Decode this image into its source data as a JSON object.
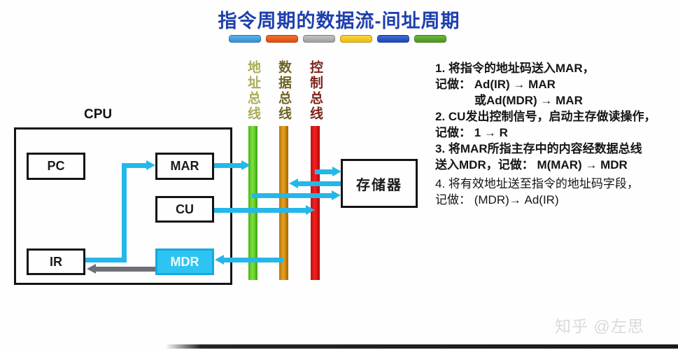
{
  "title": "指令周期的数据流-间址周期",
  "legend": {
    "colors": [
      "#3f9cdd",
      "#e65310",
      "#ababab",
      "#f2c71d",
      "#2b55c8",
      "#58a32c"
    ]
  },
  "cpu": {
    "label": "CPU",
    "registers": {
      "pc": "PC",
      "mar": "MAR",
      "cu": "CU",
      "ir": "IR",
      "mdr": "MDR"
    }
  },
  "memory": {
    "label": "存储器"
  },
  "buses": {
    "address": {
      "label": "地址总线",
      "bar_color": "#5ecb28",
      "label_color": "#a9ae58"
    },
    "data": {
      "label": "数据总线",
      "bar_color": "#d68a12",
      "label_color": "#6f6526"
    },
    "control": {
      "label": "控制总线",
      "bar_color": "#e51212",
      "label_color": "#7e241b"
    }
  },
  "steps": {
    "lines": [
      "1. 将指令的地址码送入MAR，",
      "记做： Ad(IR) → MAR",
      "或Ad(MDR) → MAR",
      "2. CU发出控制信号，启动主存做读操作，",
      "记做： 1 → R",
      "3. 将MAR所指主存中的内容经数据总线",
      "送入MDR，记做： M(MAR) → MDR",
      "4. 将有效地址送至指令的地址码字段，",
      "记做： (MDR)→ Ad(IR)"
    ]
  },
  "watermark": "知乎 @左思",
  "colors": {
    "title_blue": "#1e3fad",
    "arrow_cyan": "#25b7ea",
    "arrow_gray": "#6d7176",
    "mdr_fill": "#2ec4f2"
  }
}
